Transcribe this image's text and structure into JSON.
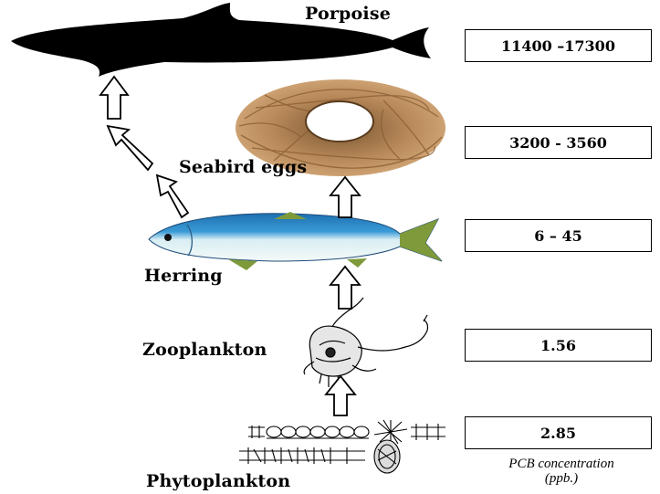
{
  "organisms": {
    "porpoise": "Porpoise",
    "seabird_eggs": "Seabird eggs",
    "herring": "Herring",
    "zooplankton": "Zooplankton",
    "phytoplankton": "Phytoplankton"
  },
  "concentrations": {
    "porpoise": "11400 –17300",
    "seabird_eggs": "3200 - 3560",
    "herring": "6 – 45",
    "zooplankton": "1.56",
    "phytoplankton": "2.85"
  },
  "caption": {
    "line1": "PCB concentration",
    "line2": "(ppb.)"
  }
}
